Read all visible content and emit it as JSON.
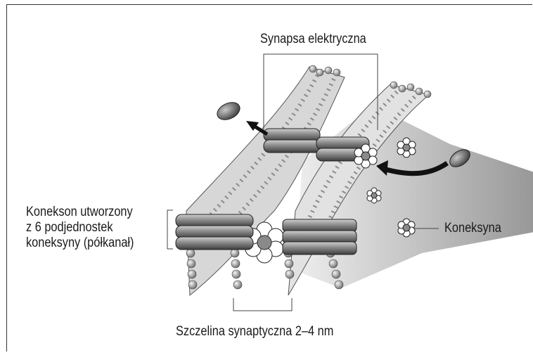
{
  "labels": {
    "title": "Synapsa elektryczna",
    "connexon_line1": "Konekson utworzony",
    "connexon_line2": "z 6 podjednostek",
    "connexon_line3": "koneksyny (półkanał)",
    "connexin": "Koneksyna",
    "cleft": "Szczelina synaptyczna 2–4 nm"
  },
  "colors": {
    "membrane_dark": "#7a7a7a",
    "membrane_light": "#d9d9d9",
    "channel": "#6f6f6f",
    "outline": "#1a1a1a"
  }
}
